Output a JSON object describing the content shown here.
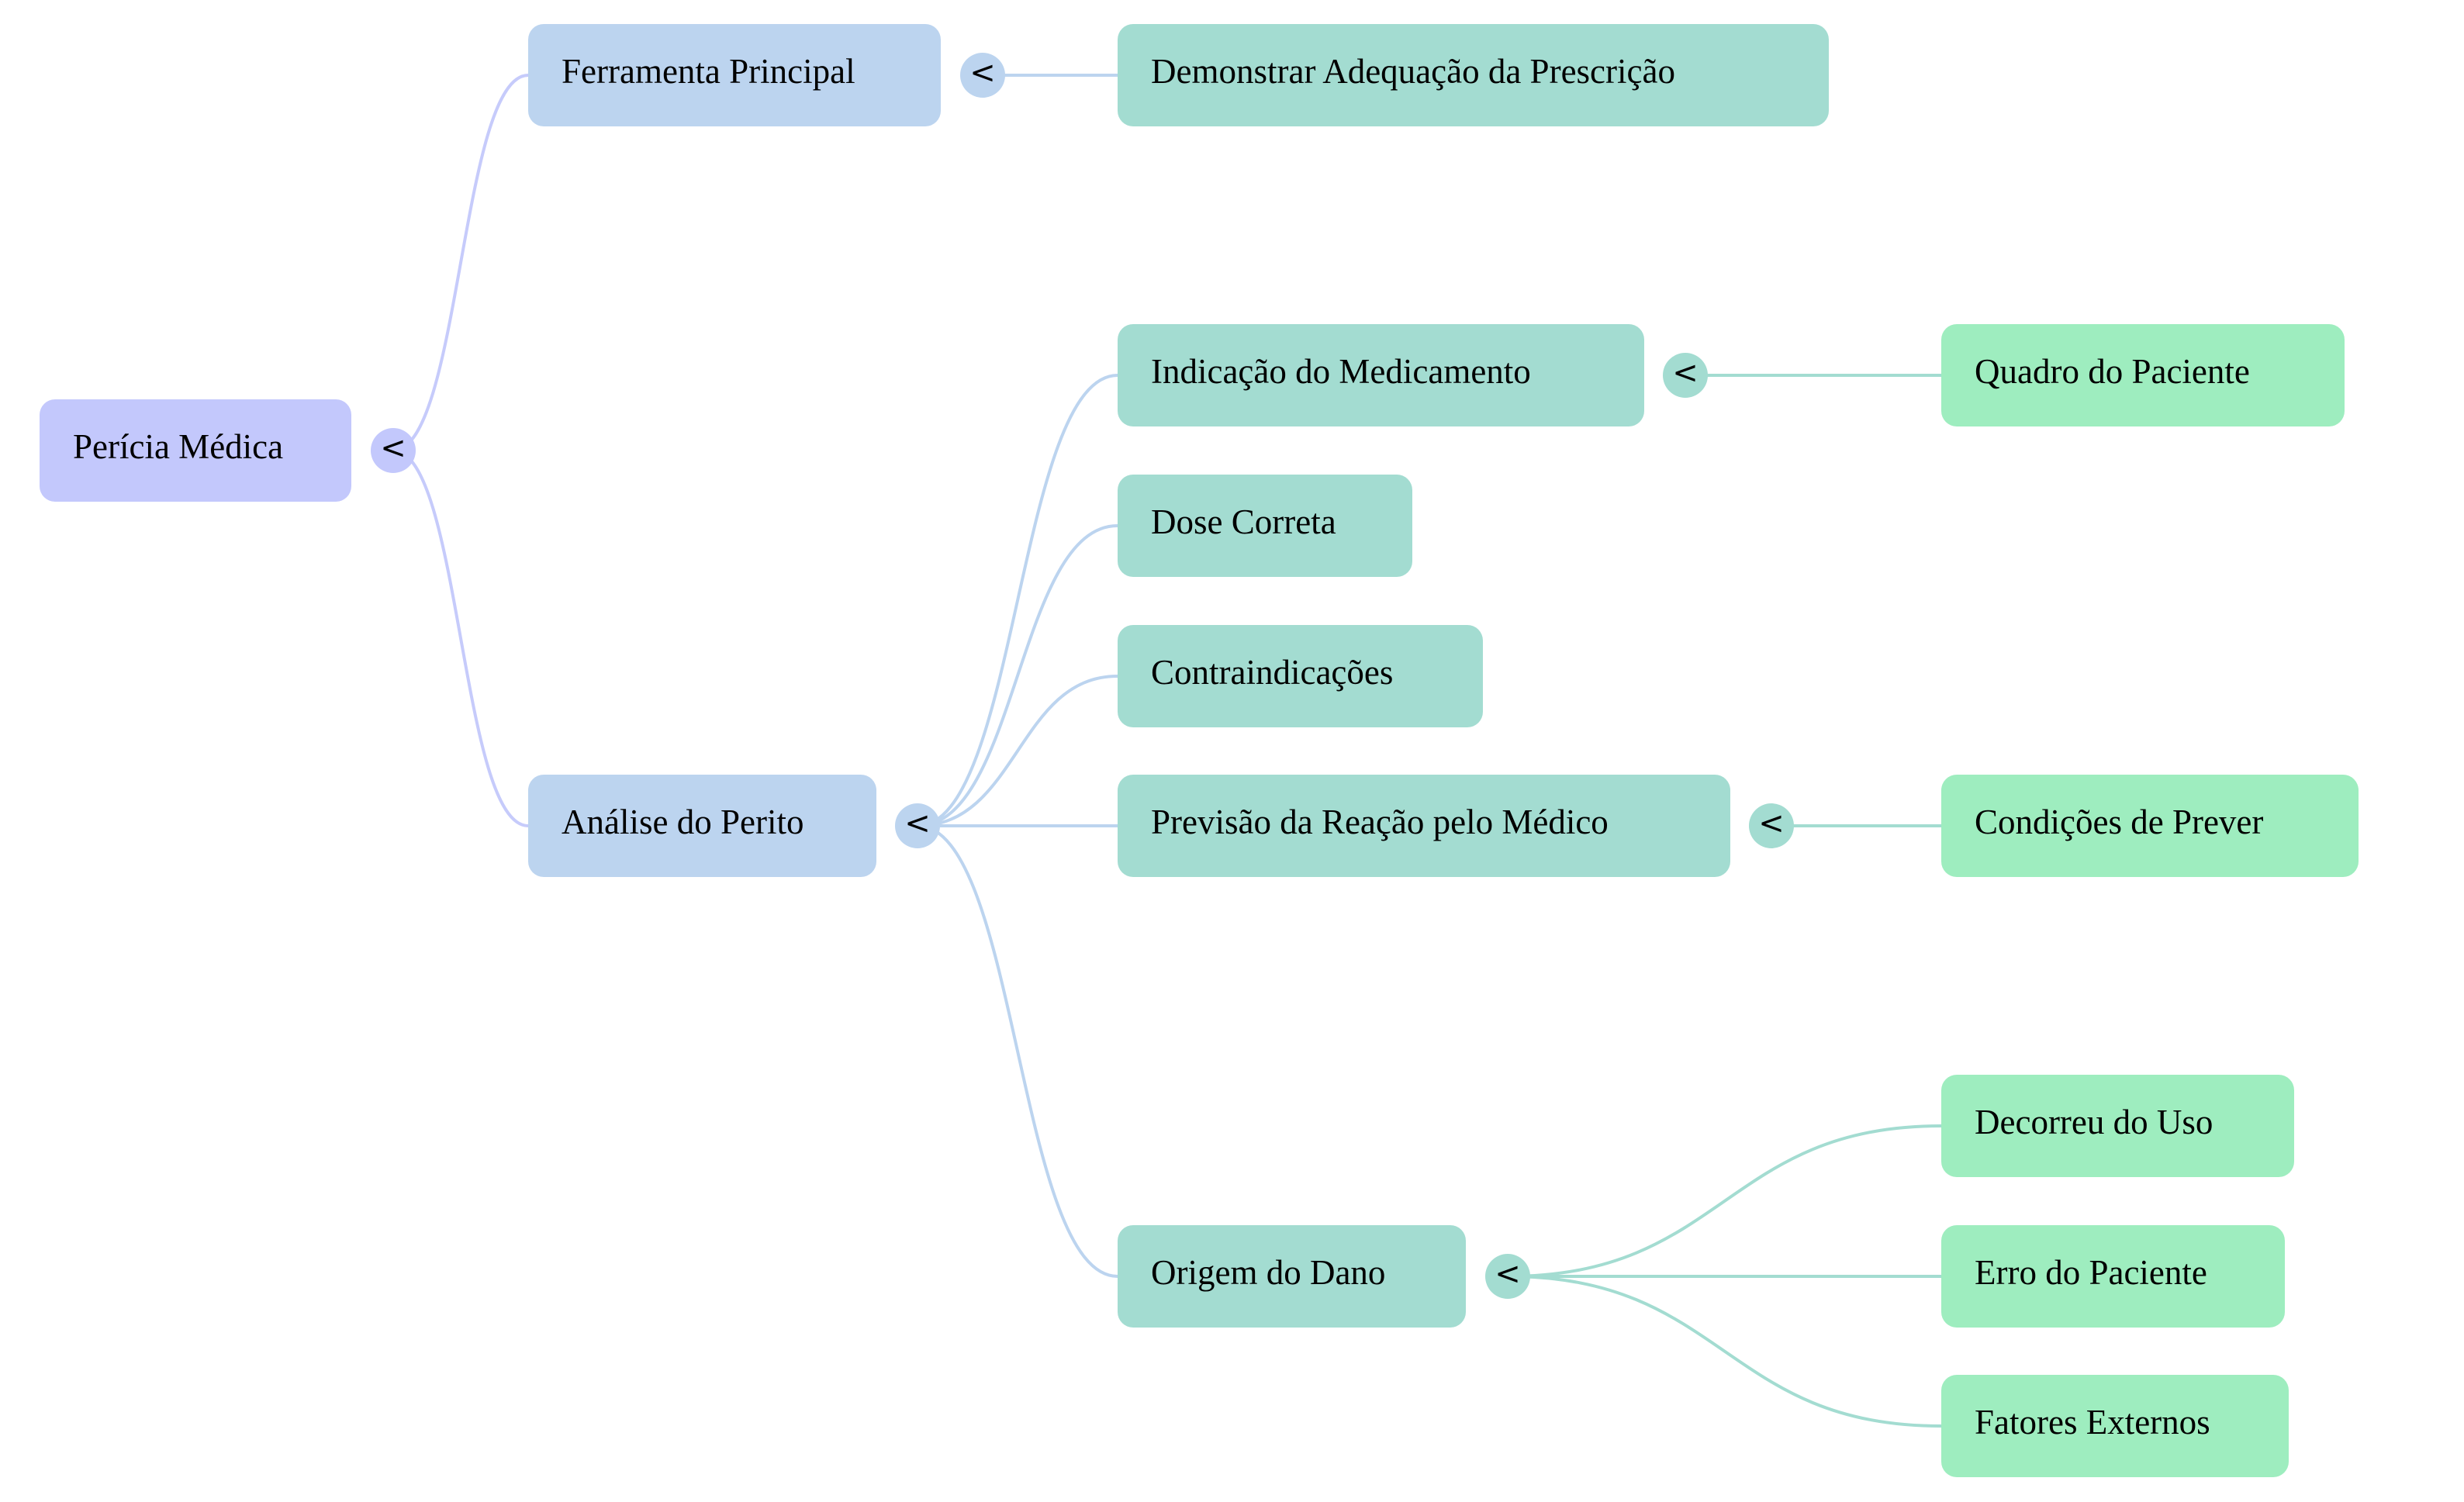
{
  "diagram": {
    "type": "mindmap",
    "colors": {
      "level0": "#c3c8fc",
      "level1": "#bcd4ef",
      "level2": "#a3dcd1",
      "level3": "#9eedbf",
      "link0": "#c6cbfb",
      "link1": "#bcd4ef",
      "link2": "#a3dcd1"
    },
    "toggle_symbol": "<",
    "root": {
      "id": "pericia",
      "label": "Perícia Médica",
      "children": [
        {
          "id": "ferramenta",
          "label": "Ferramenta Principal",
          "children": [
            {
              "id": "demonstrar",
              "label": "Demonstrar Adequação da Prescrição",
              "children": []
            }
          ]
        },
        {
          "id": "analise",
          "label": "Análise do Perito",
          "children": [
            {
              "id": "indicacao",
              "label": "Indicação do Medicamento",
              "children": [
                {
                  "id": "quadro",
                  "label": "Quadro do Paciente",
                  "children": []
                }
              ]
            },
            {
              "id": "dose",
              "label": "Dose Correta",
              "children": []
            },
            {
              "id": "contra",
              "label": "Contraindicações",
              "children": []
            },
            {
              "id": "previsao",
              "label": "Previsão da Reação pelo Médico",
              "children": [
                {
                  "id": "condicoes",
                  "label": "Condições de Prever",
                  "children": []
                }
              ]
            },
            {
              "id": "origem",
              "label": "Origem do Dano",
              "children": [
                {
                  "id": "decorreu",
                  "label": "Decorreu do Uso",
                  "children": []
                },
                {
                  "id": "erro",
                  "label": "Erro do Paciente",
                  "children": []
                },
                {
                  "id": "fatores",
                  "label": "Fatores Externos",
                  "children": []
                }
              ]
            }
          ]
        }
      ]
    }
  }
}
